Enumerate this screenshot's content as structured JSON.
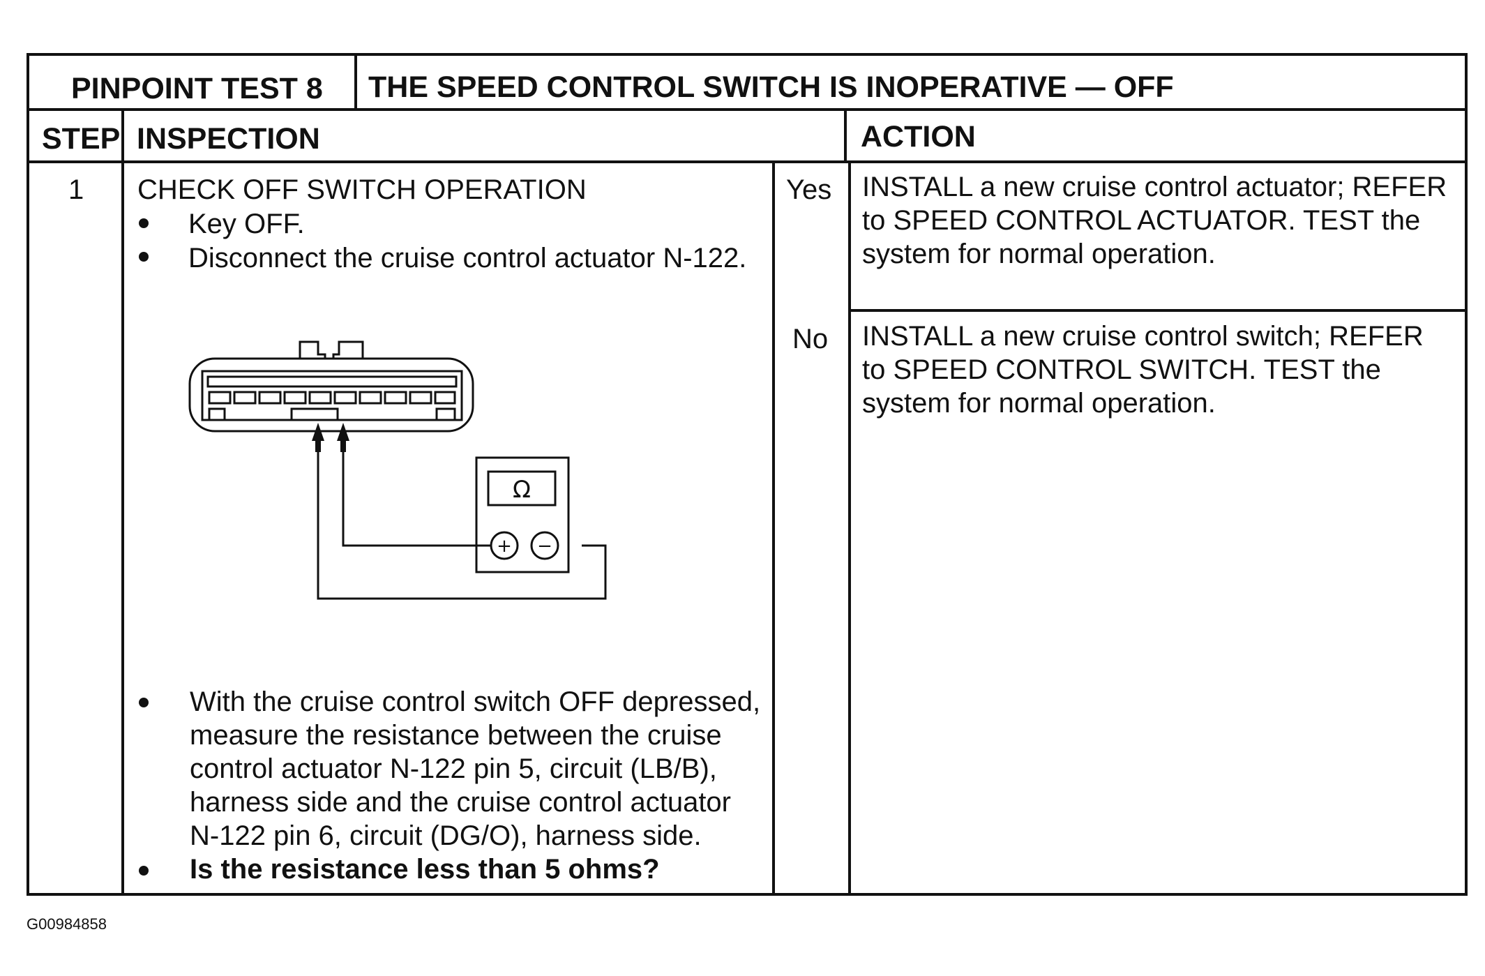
{
  "header": {
    "test_label": "PINPOINT TEST 8",
    "test_title": "THE SPEED CONTROL SWITCH IS INOPERATIVE — OFF"
  },
  "columns": {
    "step": "STEP",
    "inspection": "INSPECTION",
    "action": "ACTION"
  },
  "step1": {
    "number": "1",
    "title": "CHECK OFF SWITCH OPERATION",
    "bullets_before": [
      "Key OFF.",
      "Disconnect the cruise control actuator N-122."
    ],
    "measure_lines": [
      "With the cruise control switch OFF depressed,",
      "measure the resistance between the cruise",
      "control actuator N-122 pin 5, circuit (LB/B),",
      "harness side and the cruise control actuator",
      "N-122 pin 6, circuit (DG/O), harness side."
    ],
    "question": "Is the resistance less than 5 ohms?"
  },
  "diagram": {
    "meter_symbol": "Ω",
    "positive": "+",
    "negative": "−"
  },
  "responses": {
    "yes_label": "Yes",
    "yes_lines": [
      "INSTALL a new cruise control actuator; REFER",
      "to SPEED CONTROL ACTUATOR. TEST the",
      "system for normal operation."
    ],
    "no_label": "No",
    "no_lines": [
      "INSTALL a new cruise control switch; REFER",
      "to SPEED CONTROL SWITCH. TEST the",
      "system for normal operation."
    ]
  },
  "figure_id": "G00984858"
}
